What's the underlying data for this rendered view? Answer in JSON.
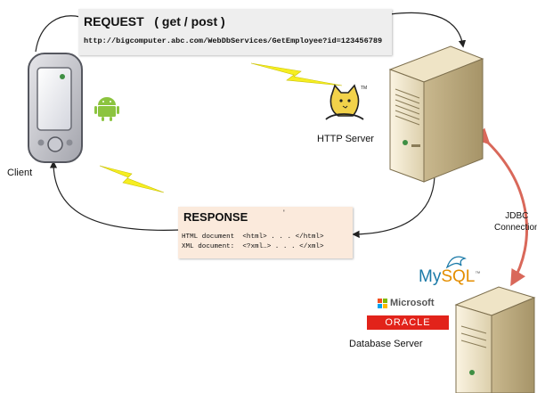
{
  "request": {
    "title": "REQUEST   ( get / post )",
    "url": "http://bigcomputer.abc.com/WebDbServices/GetEmployee?id=123456789"
  },
  "response": {
    "title": "RESPONSE",
    "tick": "'",
    "lines": [
      "HTML document  <html> . . . </html>",
      "XML document:  <?xml…> . . . </xml>"
    ]
  },
  "labels": {
    "client": "Client",
    "http_server": "HTTP Server",
    "jdbc_line1": "JDBC",
    "jdbc_line2": "Connection",
    "database_server": "Database  Server"
  },
  "logos": {
    "mysql_main": "My",
    "mysql_sql": "SQL",
    "mysql_tm": "™",
    "microsoft": "Microsoft",
    "oracle": "ORACLE",
    "tomcat_tm": "TM"
  },
  "icons": {
    "client": "phone-icon",
    "android": "android-icon",
    "tomcat": "tomcat-icon",
    "http_server": "server-tower-icon",
    "db_server": "server-tower-icon",
    "lightning": "lightning-icon"
  },
  "colors": {
    "request_box": "#eeeeee",
    "response_box": "#fbeadc",
    "jdbc_arrow": "#d9685a",
    "lightning": "#f6ee22",
    "android": "#8cc43f",
    "oracle": "#e2231a",
    "mysql_blue": "#1b7aa8",
    "mysql_orange": "#e48e00"
  }
}
